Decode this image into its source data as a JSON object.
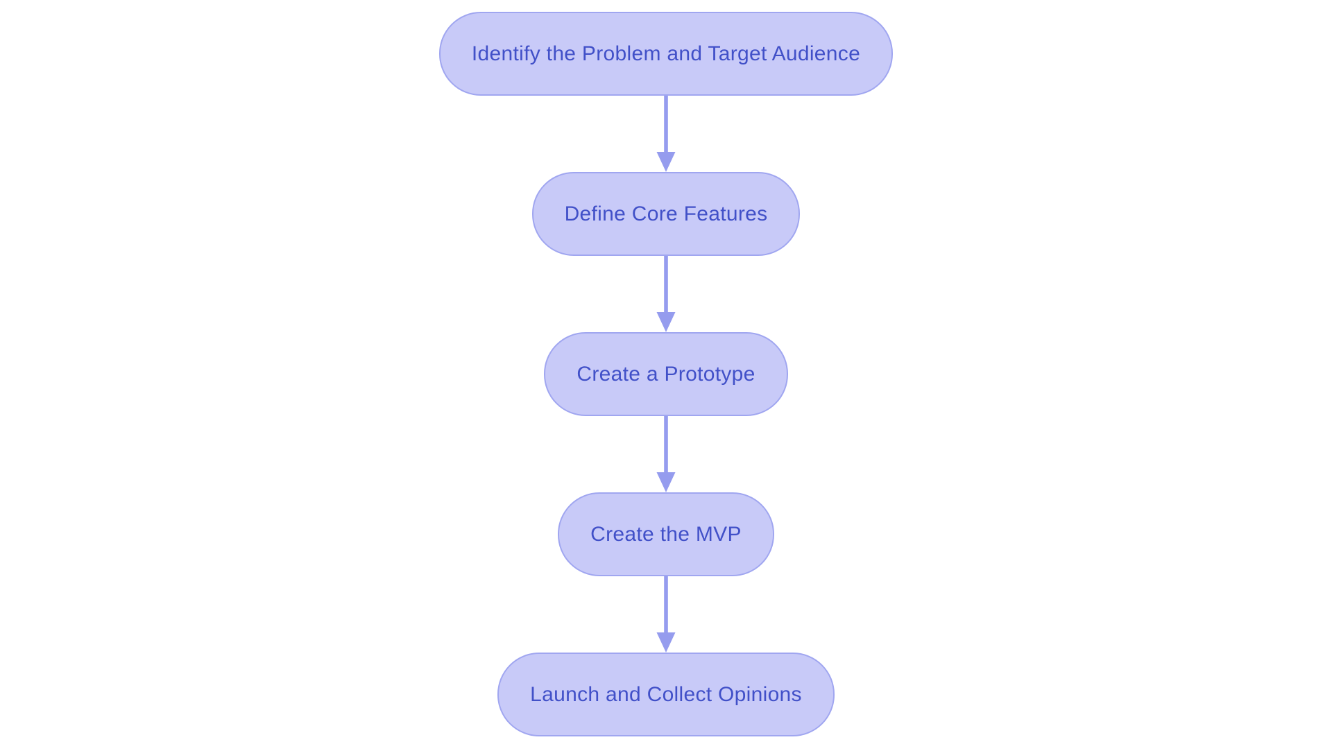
{
  "diagram": {
    "type": "flowchart",
    "direction": "top-down",
    "steps": [
      {
        "label": "Identify the Problem and Target Audience"
      },
      {
        "label": "Define Core Features"
      },
      {
        "label": "Create a Prototype"
      },
      {
        "label": "Create the MVP"
      },
      {
        "label": "Launch and Collect Opinions"
      }
    ],
    "connectors": [
      {
        "from": 0,
        "to": 1,
        "style": "arrow-down"
      },
      {
        "from": 1,
        "to": 2,
        "style": "arrow-down"
      },
      {
        "from": 2,
        "to": 3,
        "style": "arrow-down"
      },
      {
        "from": 3,
        "to": 4,
        "style": "arrow-down"
      }
    ],
    "colors": {
      "background": "#ffffff",
      "node_fill": "#c8caf8",
      "node_border": "#a0a6f0",
      "node_text": "#4150c8",
      "arrow": "#959cee"
    }
  }
}
